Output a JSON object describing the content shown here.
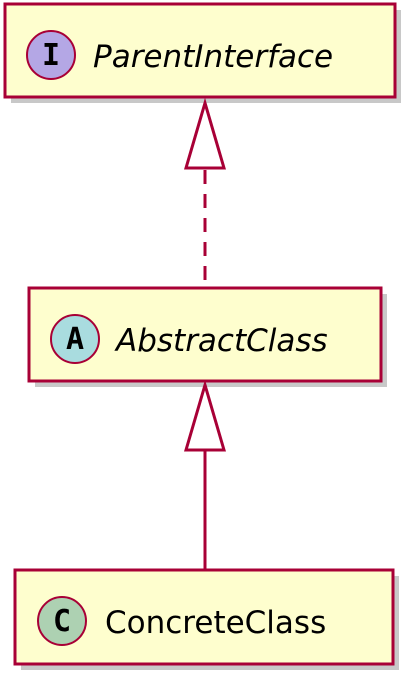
{
  "colors": {
    "box_fill": "#FEFECE",
    "box_border": "#A80036",
    "shadow": "#C8C8C8",
    "edge": "#A80036",
    "background": "#FFFFFF"
  },
  "diagram": {
    "classes": [
      {
        "id": "parent-interface",
        "kind": "interface",
        "stereotype_letter": "I",
        "stereotype_color": "#B4A7E5",
        "name": "ParentInterface",
        "italic": true
      },
      {
        "id": "abstract-class",
        "kind": "abstract",
        "stereotype_letter": "A",
        "stereotype_color": "#A9DCDF",
        "name": "AbstractClass",
        "italic": true
      },
      {
        "id": "concrete-class",
        "kind": "class",
        "stereotype_letter": "C",
        "stereotype_color": "#ADD1B2",
        "name": "ConcreteClass",
        "italic": false
      }
    ],
    "relations": [
      {
        "from": "abstract-class",
        "to": "parent-interface",
        "type": "realization",
        "line_style": "dashed",
        "arrowhead": "hollow-triangle"
      },
      {
        "from": "concrete-class",
        "to": "abstract-class",
        "type": "generalization",
        "line_style": "solid",
        "arrowhead": "hollow-triangle"
      }
    ]
  }
}
